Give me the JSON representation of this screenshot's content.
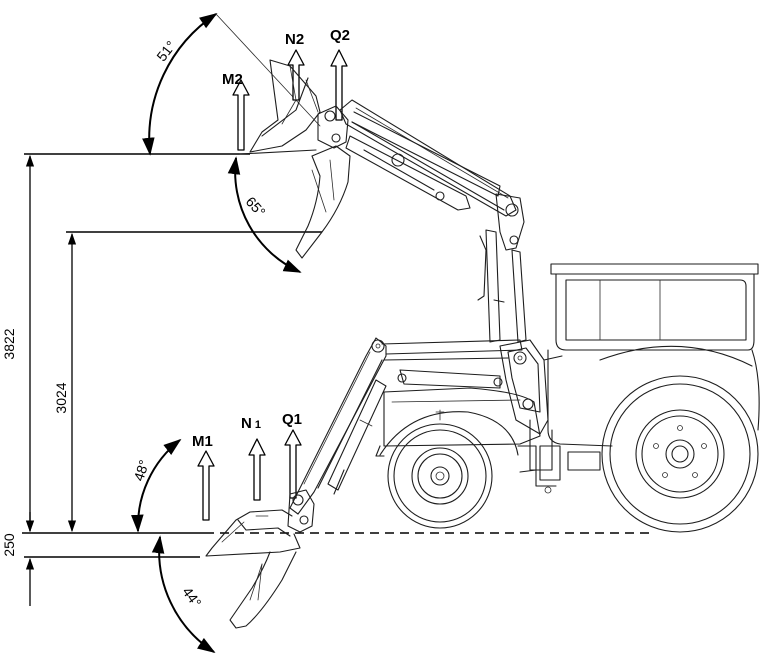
{
  "labels": {
    "M1": "M1",
    "N1_main": "N",
    "N1_sub": "1",
    "Q1": "Q1",
    "M2": "M2",
    "N2": "N2",
    "Q2": "Q2"
  },
  "dimensions": {
    "total_height": "3822",
    "pin_height": "3024",
    "ground_offset": "250"
  },
  "angles": {
    "top_rollback": "51°",
    "top_dump": "65°",
    "bottom_rollback": "48°",
    "bottom_dump": "44°"
  }
}
